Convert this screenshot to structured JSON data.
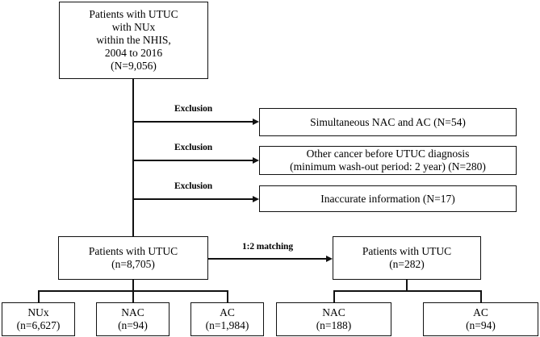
{
  "figure": {
    "type": "flowchart",
    "title": "Study population selection flow diagram"
  },
  "nodes": {
    "source_cohort": {
      "lines": [
        "Patients with UTUC",
        "with NUx",
        "within the NHIS,",
        "2004 to 2016",
        "(N=9,056)"
      ]
    },
    "exclusion_1": {
      "lines": [
        "Simultaneous NAC and AC (N=54)"
      ]
    },
    "exclusion_2": {
      "lines": [
        "Other cancer before UTUC  diagnosis",
        "(minimum wash-out period: 2 year) (N=280)"
      ]
    },
    "exclusion_3": {
      "lines": [
        "Inaccurate information (N=17)"
      ]
    },
    "cohort_after_exclusion": {
      "lines": [
        "Patients with UTUC",
        "(n=8,705)"
      ]
    },
    "matched_cohort": {
      "lines": [
        "Patients with UTUC",
        "(n=282)"
      ]
    },
    "group_nux": {
      "lines": [
        "NUx",
        "(n=6,627)"
      ]
    },
    "group_nac_full": {
      "lines": [
        "NAC",
        "(n=94)"
      ]
    },
    "group_ac_full": {
      "lines": [
        "AC",
        "(n=1,984)"
      ]
    },
    "group_nac_matched": {
      "lines": [
        "NAC",
        "(n=188)"
      ]
    },
    "group_ac_matched": {
      "lines": [
        "AC",
        "(n=94)"
      ]
    }
  },
  "edge_labels": {
    "exclusion_1": "Exclusion",
    "exclusion_2": "Exclusion",
    "exclusion_3": "Exclusion",
    "matching": "1:2 matching"
  },
  "colors": {
    "line": "#111111",
    "box_fill": "#ffffff",
    "text": "#000000"
  }
}
